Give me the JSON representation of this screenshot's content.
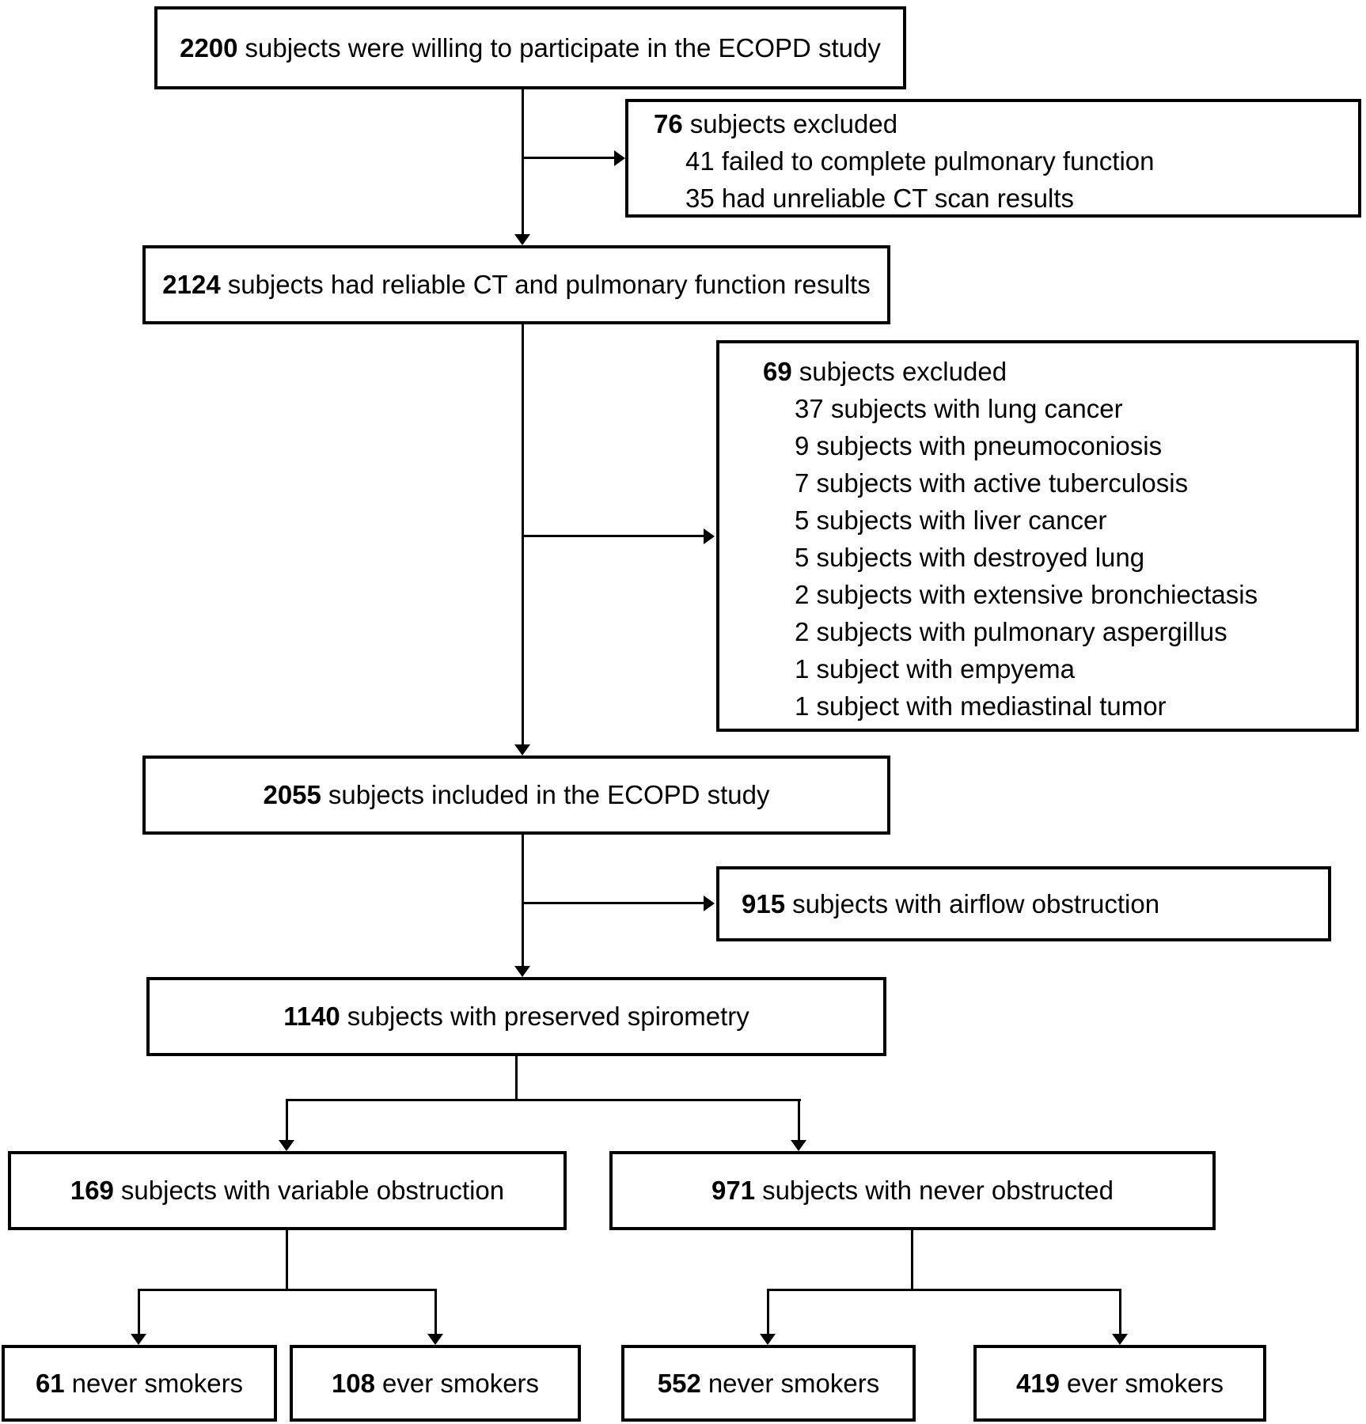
{
  "figure": {
    "type": "study-flow-diagram",
    "study": "ECOPD"
  },
  "colors": {
    "line": "#000000",
    "box_border": "#000000",
    "background": "#ffffff",
    "text": "#000000"
  },
  "nodes": {
    "willing": {
      "number": "2200",
      "text": "subjects were willing to participate in the ECOPD study"
    },
    "excluded76": {
      "number": "76",
      "title": "subjects excluded",
      "items": [
        "41 failed to complete pulmonary function",
        "35 had unreliable CT scan results"
      ]
    },
    "reliable": {
      "number": "2124",
      "text": "subjects had reliable CT and pulmonary function results"
    },
    "excluded69": {
      "number": "69",
      "title": "subjects excluded",
      "items": [
        "37 subjects with lung cancer",
        "9 subjects with pneumoconiosis",
        "7 subjects with active tuberculosis",
        "5 subjects with liver cancer",
        "5 subjects with destroyed lung",
        "2 subjects with extensive bronchiectasis",
        "2 subjects with pulmonary aspergillus",
        "1 subject with empyema",
        "1 subject with mediastinal tumor"
      ]
    },
    "included": {
      "number": "2055",
      "text": "subjects included in the ECOPD study"
    },
    "airflow": {
      "number": "915",
      "text": "subjects with airflow obstruction"
    },
    "preserved": {
      "number": "1140",
      "text": "subjects with preserved spirometry"
    },
    "variable": {
      "number": "169",
      "text": "subjects with variable obstruction"
    },
    "never_obstructed": {
      "number": "971",
      "text": "subjects with never obstructed"
    },
    "vo_never_smokers": {
      "number": "61",
      "text": "never smokers"
    },
    "vo_ever_smokers": {
      "number": "108",
      "text": "ever smokers"
    },
    "no_never_smokers": {
      "number": "552",
      "text": "never smokers"
    },
    "no_ever_smokers": {
      "number": "419",
      "text": "ever smokers"
    }
  }
}
